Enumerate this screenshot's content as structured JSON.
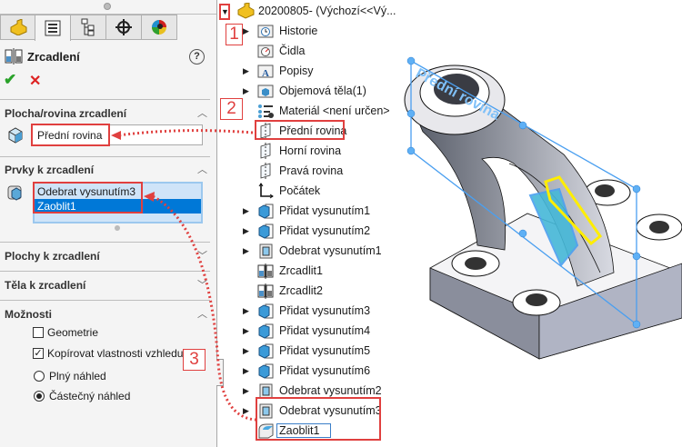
{
  "panel": {
    "tabs": [
      {
        "icon": "part-icon"
      },
      {
        "icon": "property-manager-icon"
      },
      {
        "icon": "configuration-manager-icon"
      },
      {
        "icon": "dimxpert-icon"
      },
      {
        "icon": "display-manager-icon"
      }
    ],
    "active_tab": 1,
    "title": "Zrcadlení",
    "help_icon": "?",
    "ok_icon": "✔",
    "cancel_icon": "✕",
    "sections": {
      "plane": {
        "label": "Plocha/rovina zrcadlení",
        "value": "Přední rovina",
        "expanded": true
      },
      "features": {
        "label": "Prvky k zrcadlení",
        "items": [
          "Odebrat vysunutím3",
          "Zaoblit1"
        ],
        "selected": "Zaoblit1",
        "expanded": true
      },
      "faces": {
        "label": "Plochy k zrcadlení",
        "expanded": false
      },
      "bodies": {
        "label": "Těla k zrcadlení",
        "expanded": false
      },
      "options": {
        "label": "Možnosti",
        "expanded": true,
        "geometry": {
          "label": "Geometrie",
          "checked": false
        },
        "copy_appearance": {
          "label": "Kopírovat vlastnosti vzhledu",
          "checked": true
        },
        "full_preview": {
          "label": "Plný náhled",
          "selected": false
        },
        "partial_preview": {
          "label": "Částečný náhled",
          "selected": true
        }
      }
    }
  },
  "tree": {
    "root": "20200805-  (Výchozí<<Vý...",
    "items": [
      {
        "label": "Historie",
        "icon": "history-folder-icon",
        "expandable": true
      },
      {
        "label": "Čidla",
        "icon": "sensors-folder-icon",
        "expandable": false
      },
      {
        "label": "Popisy",
        "icon": "annotations-folder-icon",
        "expandable": true
      },
      {
        "label": "Objemová těla(1)",
        "icon": "solid-bodies-folder-icon",
        "expandable": true
      },
      {
        "label": "Materiál <není určen>",
        "icon": "material-icon",
        "expandable": false
      },
      {
        "label": "Přední rovina",
        "icon": "plane-icon",
        "expandable": false
      },
      {
        "label": "Horní rovina",
        "icon": "plane-icon",
        "expandable": false
      },
      {
        "label": "Pravá rovina",
        "icon": "plane-icon",
        "expandable": false
      },
      {
        "label": "Počátek",
        "icon": "origin-icon",
        "expandable": false
      },
      {
        "label": "Přidat vysunutím1",
        "icon": "boss-extrude-icon",
        "expandable": true
      },
      {
        "label": "Přidat vysunutím2",
        "icon": "boss-extrude-icon",
        "expandable": true
      },
      {
        "label": "Odebrat vysunutím1",
        "icon": "cut-extrude-icon",
        "expandable": true
      },
      {
        "label": "Zrcadlit1",
        "icon": "mirror-icon",
        "expandable": false
      },
      {
        "label": "Zrcadlit2",
        "icon": "mirror-icon",
        "expandable": false
      },
      {
        "label": "Přidat vysunutím3",
        "icon": "boss-extrude-icon",
        "expandable": true
      },
      {
        "label": "Přidat vysunutím4",
        "icon": "boss-extrude-icon",
        "expandable": true
      },
      {
        "label": "Přidat vysunutím5",
        "icon": "boss-extrude-icon",
        "expandable": true
      },
      {
        "label": "Přidat vysunutím6",
        "icon": "boss-extrude-icon",
        "expandable": true
      },
      {
        "label": "Odebrat vysunutím2",
        "icon": "cut-extrude-icon",
        "expandable": true
      },
      {
        "label": "Odebrat vysunutím3",
        "icon": "cut-extrude-icon",
        "expandable": true
      },
      {
        "label": "Zaoblit1",
        "icon": "fillet-icon",
        "expandable": false
      }
    ]
  },
  "callouts": [
    "1",
    "2",
    "3"
  ],
  "viewport": {
    "plane_label": "Přední rovina"
  },
  "colors": {
    "callout": "#e0403f",
    "selection": "#0078d7",
    "plane": "#4a9ff0",
    "highlight": "#ffee00"
  }
}
